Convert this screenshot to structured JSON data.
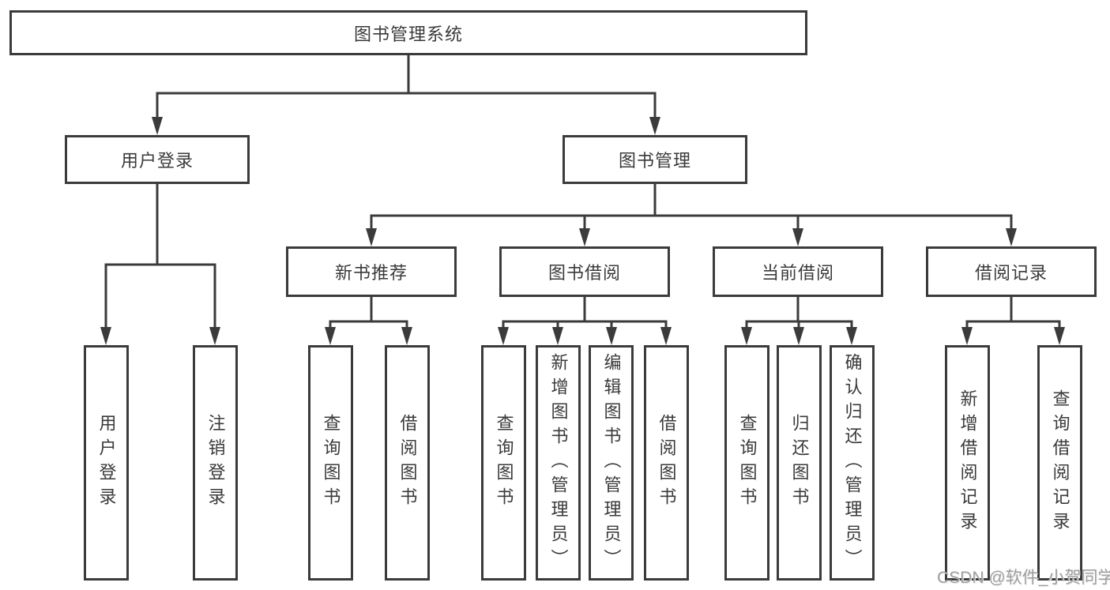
{
  "diagram": {
    "root": {
      "label": "图书管理系统"
    },
    "branches": [
      {
        "label": "用户登录",
        "leaves": [
          {
            "label": "用户登录"
          },
          {
            "label": "注销登录"
          }
        ]
      },
      {
        "label": "图书管理",
        "groups": [
          {
            "label": "新书推荐",
            "leaves": [
              {
                "label": "查询图书"
              },
              {
                "label": "借阅图书"
              }
            ]
          },
          {
            "label": "图书借阅",
            "leaves": [
              {
                "label": "查询图书"
              },
              {
                "label": "新增图书（管理员）"
              },
              {
                "label": "编辑图书（管理员）"
              },
              {
                "label": "借阅图书"
              }
            ]
          },
          {
            "label": "当前借阅",
            "leaves": [
              {
                "label": "查询图书"
              },
              {
                "label": "归还图书"
              },
              {
                "label": "确认归还（管理员）"
              }
            ]
          },
          {
            "label": "借阅记录",
            "leaves": [
              {
                "label": "新增借阅记录"
              },
              {
                "label": "查询借阅记录"
              }
            ]
          }
        ]
      }
    ]
  },
  "watermark": {
    "text": "CSDN @软件_小贺同学"
  },
  "colors": {
    "line": "#3b3b3b",
    "text": "#3a3a3a",
    "watermark": "#9f9f9f",
    "background": "#ffffff"
  }
}
